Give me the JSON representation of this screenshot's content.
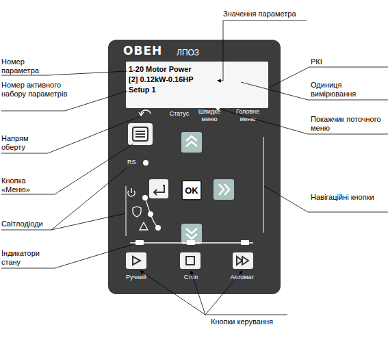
{
  "diagram": {
    "nodes": [
      {
        "text": [
          "ОВЕН",
          "ЛПОЗ",
          "Статус",
          "Швидке меню",
          "Головне меню",
          "RS",
          "Ручний",
          "Стоп",
          "Автомат"
        ]
      },
      {
        "text": [
          "1-20 Motor Power",
          "[2] 0.12kW-0.16HP",
          "Setup 1"
        ],
        "in": 0
      },
      {
        "text": [
          "OK"
        ],
        "in": 0
      }
    ],
    "labels": [
      "Значення параметра",
      "Номер параметра",
      "Номер активного набору параметрів",
      "Напрям оберту",
      "Кнопка «Меню»",
      "Світлодіоди",
      "Індикатори стану",
      "РКІ",
      "Одиниця вимірювання",
      "Покажчик поточного меню",
      "Навігаційні кнопки",
      "Кнопки керування"
    ]
  }
}
